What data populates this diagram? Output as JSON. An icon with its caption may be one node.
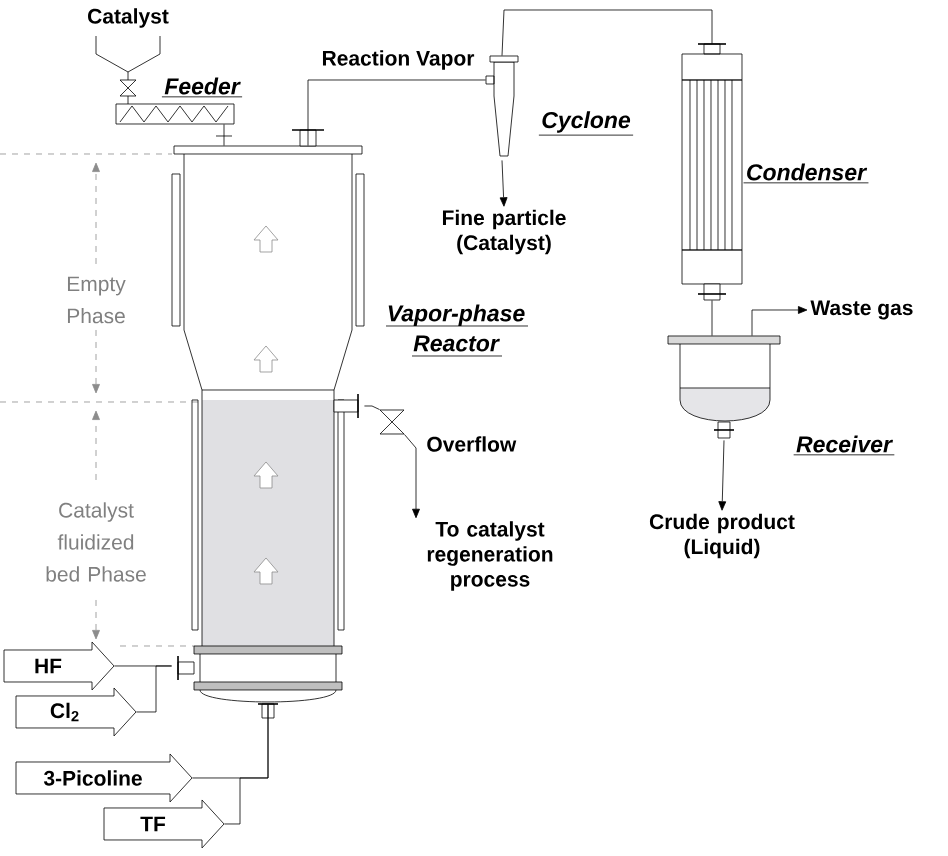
{
  "diagram": {
    "nodes": [
      {
        "text": [
          "Catalyst"
        ]
      },
      {
        "text": [
          "Feeder"
        ]
      },
      {
        "text": [],
        "shape": "vessel",
        "beside": [
          "Vapor-phase Reactor"
        ]
      },
      {
        "text": [
          "Cyclone"
        ]
      },
      {
        "text": [
          "Fine particle (Catalyst)"
        ]
      },
      {
        "text": [
          "Condenser"
        ]
      },
      {
        "text": [
          "Receiver"
        ]
      },
      {
        "text": [
          "Waste gas"
        ]
      },
      {
        "text": [
          "Crude product (Liquid)"
        ]
      },
      {
        "text": [],
        "shape": "valve"
      },
      {
        "text": [
          "To catalyst regeneration process"
        ]
      },
      {
        "text": [
          "HF"
        ]
      },
      {
        "text": [
          "Cl$_{2}$"
        ]
      },
      {
        "text": [
          "3-Picoline"
        ]
      },
      {
        "text": [
          "TF"
        ]
      }
    ],
    "edges": [
      {
        "from": 1,
        "to": 2,
        "arrow": "none"
      },
      {
        "from": 2,
        "to": 3,
        "arrow": "none",
        "label": "Reaction Vapor"
      },
      {
        "from": 3,
        "to": 5,
        "arrow": "none"
      },
      {
        "from": 3,
        "to": 4,
        "arrow": "to"
      },
      {
        "from": 5,
        "to": 6,
        "arrow": "none"
      },
      {
        "from": 6,
        "to": 7,
        "arrow": "to"
      },
      {
        "from": 6,
        "to": 8,
        "arrow": "to"
      },
      {
        "from": 2,
        "to": 9,
        "arrow": "none"
      },
      {
        "from": 9,
        "to": 10,
        "arrow": "to",
        "label": "Overflow"
      },
      {
        "from": 11,
        "to": 2,
        "arrow": "none"
      },
      {
        "from": 12,
        "to": 2,
        "arrow": "none"
      },
      {
        "from": 13,
        "to": 2,
        "arrow": "none"
      },
      {
        "from": 14,
        "to": 2,
        "arrow": "none"
      }
    ],
    "labels": [
      "Empty Phase",
      "Catalyst fluidized bed Phase"
    ]
  }
}
